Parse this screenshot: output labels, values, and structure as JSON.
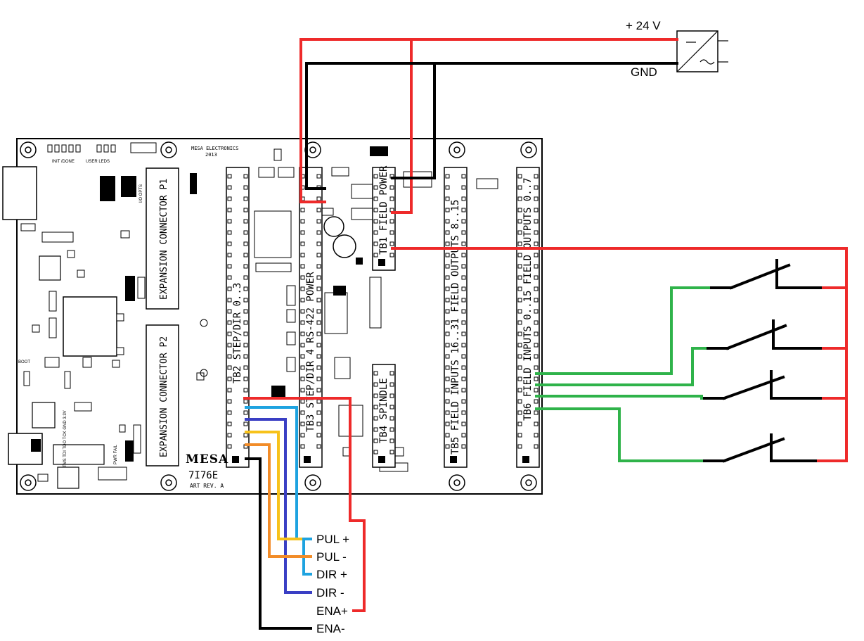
{
  "power": {
    "v24_label": "+ 24 V",
    "gnd_label": "GND"
  },
  "board": {
    "brand": "MESA ELECTRONICS",
    "year": "2013",
    "logo": "MESA",
    "model": "7I76E",
    "rev": "ART REV. A",
    "connectors": [
      {
        "id": "p1",
        "label": "EXPANSION CONNECTOR P1"
      },
      {
        "id": "p2",
        "label": "EXPANSION CONNECTOR P2"
      },
      {
        "id": "tb2",
        "label": "TB2 STEP/DIR 0..3"
      },
      {
        "id": "tb3",
        "label": "TB3 STEP/DIR 4 RS-422 POWER"
      },
      {
        "id": "tb1",
        "label": "TB1 FIELD POWER"
      },
      {
        "id": "tb4",
        "label": "TB4 SPINDLE"
      },
      {
        "id": "tb5",
        "label": "TB5 FIELD INPUTS 16..31 FIELD OUTPUTS 8..15"
      },
      {
        "id": "tb6",
        "label": "TB6 FIELD INPUTS 0..15 FIELD OUTPUTS 0..7"
      }
    ],
    "silk": {
      "init_done": "INIT /DONE",
      "user_leds": "USER LEDS",
      "io_opts": "I/O OPTS",
      "jtag": "TMS TDI TDO TCK GND 3.3V",
      "pwr_fail": "PWR FAIL",
      "boot": "BOOT"
    }
  },
  "signals": {
    "pul_plus": "PUL +",
    "pul_minus": "PUL -",
    "dir_plus": "DIR +",
    "dir_minus": "DIR -",
    "ena_plus": "ENA+",
    "ena_minus": "ENA-"
  },
  "colors": {
    "red": "#ee2a2a",
    "black": "#000000",
    "green": "#2fb34a",
    "yellow": "#f7c21b",
    "orange": "#f28c28",
    "blue_light": "#1ea3e0",
    "blue_dark": "#3a3fc4"
  }
}
